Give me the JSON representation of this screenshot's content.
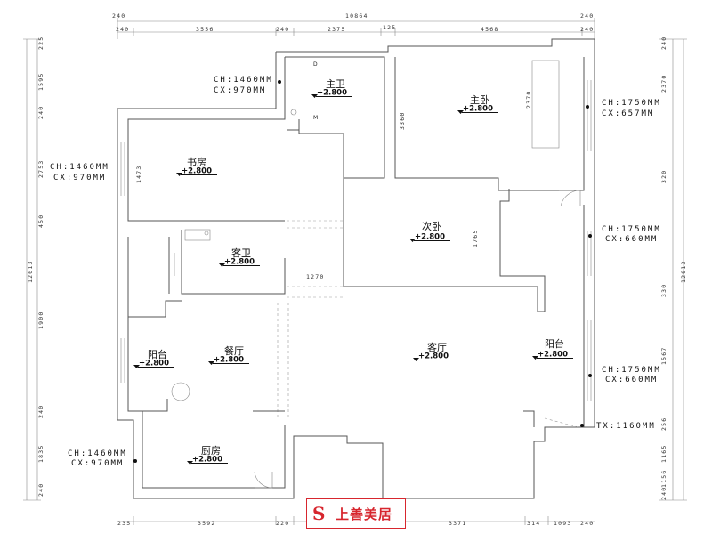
{
  "dims": {
    "top_total": "10864",
    "top_left_240": "240",
    "top_right_240": "240",
    "top_seg": [
      "240",
      "3556",
      "240",
      "2375",
      "125",
      "4568",
      "240"
    ],
    "bottom_seg": [
      "235",
      "3592",
      "220",
      "3371",
      "314",
      "1093",
      "240"
    ],
    "left_seg": [
      "225",
      "1595",
      "240",
      "2753",
      "450",
      "1900",
      "240",
      "1835",
      "240"
    ],
    "left_total": "12013",
    "right_total": "12013",
    "right_seg": [
      "240",
      "2370",
      "320",
      "330",
      "1567",
      "256",
      "1165",
      "1156",
      "240"
    ],
    "inner": [
      "3360",
      "2370",
      "1765",
      "1270",
      "1473"
    ]
  },
  "notes": {
    "ch1460_top": "CH:1460MM",
    "cx970_top": "CX:970MM",
    "ch1460_left": "CH:1460MM",
    "cx970_left": "CX:970MM",
    "ch1750_a": "CH:1750MM",
    "cx657": "CX:657MM",
    "ch1750_b": "CH:1750MM",
    "cx660_b": "CX:660MM",
    "ch1750_c": "CH:1750MM",
    "cx660_c": "CX:660MM",
    "tx1160": "TX:1160MM",
    "ch1460_bot": "CH:1460MM",
    "cx970_bot": "CX:970MM"
  },
  "rooms": {
    "master_bath": "主卫",
    "master_bed": "主卧",
    "study": "书房",
    "second_bed": "次卧",
    "guest_bath": "客卫",
    "dining": "餐厅",
    "balcony_left": "阳台",
    "living": "客厅",
    "balcony_right": "阳台",
    "kitchen": "厨房"
  },
  "elevation": "+2.800",
  "small_labels": {
    "d": "D",
    "m": "M"
  },
  "logo": {
    "mark": "S",
    "name": "上善美居"
  }
}
